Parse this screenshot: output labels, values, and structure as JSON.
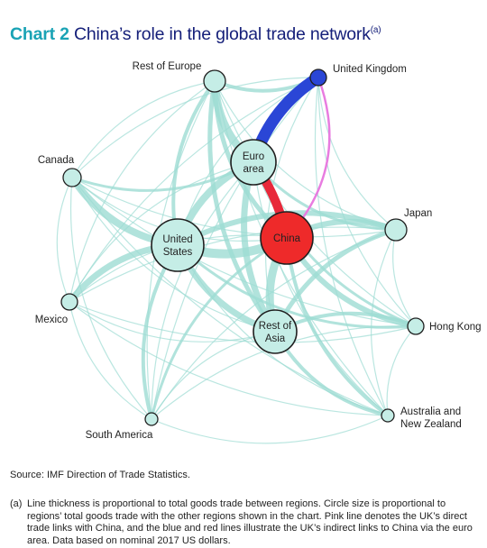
{
  "title": {
    "number": "Chart 2",
    "text": "China’s role in the global trade network",
    "footnote_marker": "(a)"
  },
  "colors": {
    "link": "#9ddcd3",
    "node_fill": "#c5ede6",
    "node_stroke": "#1f1f1f",
    "uk_node": "#2a46d6",
    "china_node": "#ee2a2a",
    "uk_euro_link": "#2a46d6",
    "euro_china_link": "#e8283a",
    "uk_china_direct_link": "#e87ce0",
    "title_number": "#1aa3b5",
    "title_text": "#16207a"
  },
  "network": {
    "nodes": [
      {
        "id": "rest_of_europe",
        "label": "Rest of Europe",
        "size": "small"
      },
      {
        "id": "united_kingdom",
        "label": "United Kingdom",
        "size": "small"
      },
      {
        "id": "canada",
        "label": "Canada",
        "size": "small"
      },
      {
        "id": "euro_area",
        "label": "Euro area",
        "size": "medium"
      },
      {
        "id": "japan",
        "label": "Japan",
        "size": "small"
      },
      {
        "id": "united_states",
        "label": "United States",
        "size": "large"
      },
      {
        "id": "china",
        "label": "China",
        "size": "large"
      },
      {
        "id": "mexico",
        "label": "Mexico",
        "size": "small"
      },
      {
        "id": "hong_kong",
        "label": "Hong Kong",
        "size": "small"
      },
      {
        "id": "rest_of_asia",
        "label": "Rest of Asia",
        "size": "medium"
      },
      {
        "id": "south_america",
        "label": "South America",
        "size": "small"
      },
      {
        "id": "australia_nz",
        "label": "Australia and New Zealand",
        "size": "small"
      }
    ],
    "highlighted_links": [
      {
        "from": "united_kingdom",
        "to": "euro_area",
        "role": "uk_euro_link"
      },
      {
        "from": "euro_area",
        "to": "china",
        "role": "euro_china_link"
      },
      {
        "from": "united_kingdom",
        "to": "china",
        "role": "uk_china_direct_link"
      }
    ]
  },
  "source": "Source: IMF Direction of Trade Statistics.",
  "note": {
    "marker": "(a)",
    "text": "Line thickness is proportional to total goods trade between regions. Circle size is proportional to regions’ total goods trade with the other regions shown in the chart. Pink line denotes the UK’s direct trade links with China, and the blue and red lines illustrate the UK’s indirect links to China via the euro area. Data based on nominal 2017 US dollars."
  }
}
